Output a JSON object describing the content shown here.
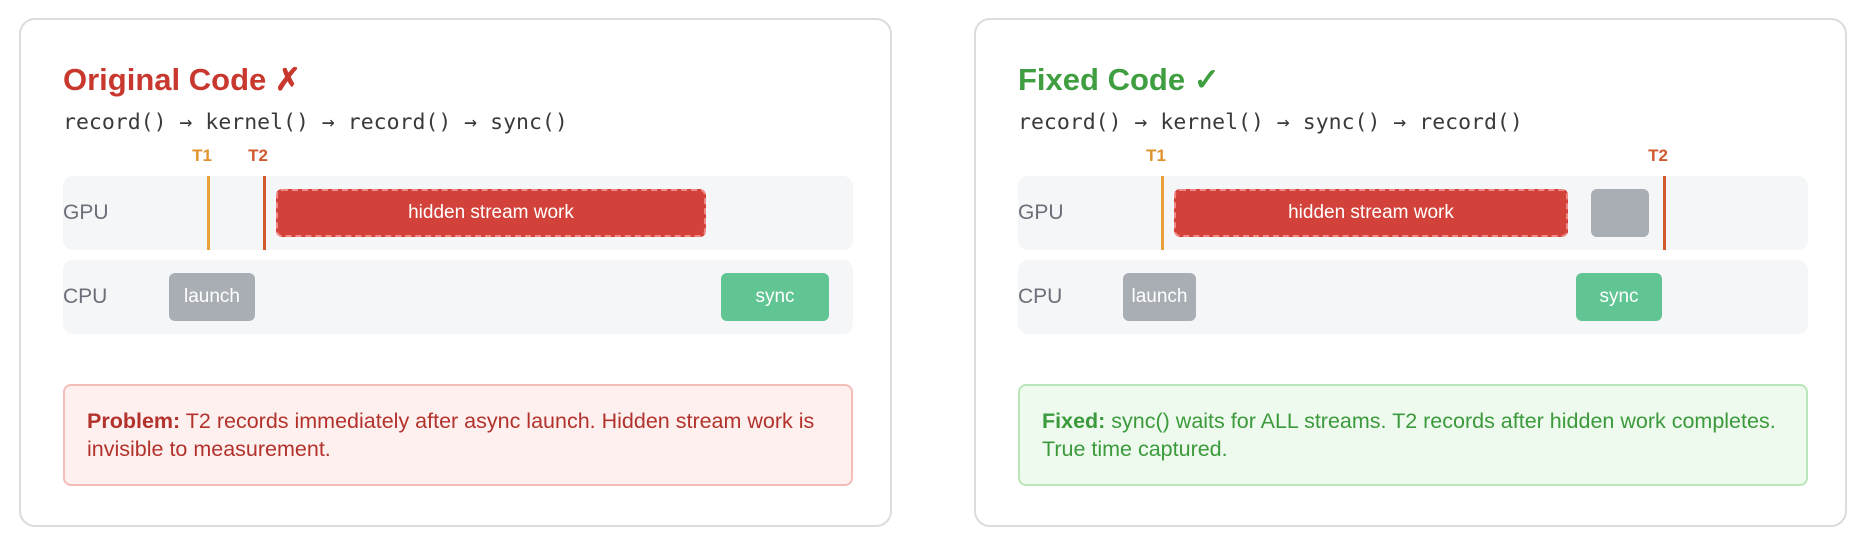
{
  "left": {
    "title": "Original Code ✗",
    "code": "record() → kernel() → record() → sync()",
    "t1": "T1",
    "t2": "T2",
    "gpu_label": "GPU",
    "cpu_label": "CPU",
    "hidden_work": "hidden stream work",
    "launch": "launch",
    "sync": "sync",
    "note_lead": "Problem:",
    "note_text": " T2 records immediately after async launch. Hidden stream work is invisible to measurement."
  },
  "right": {
    "title": "Fixed Code ✓",
    "code": "record() → kernel() → sync() → record()",
    "t1": "T1",
    "t2": "T2",
    "gpu_label": "GPU",
    "cpu_label": "CPU",
    "hidden_work": "hidden stream work",
    "launch": "launch",
    "sync": "sync",
    "note_lead": "Fixed:",
    "note_text": " sync() waits for ALL streams. T2 records after hidden work completes. True time captured."
  },
  "colors": {
    "problem": "#c8382f",
    "fixed": "#3f9e3f",
    "t1_marker": "#e9a23b",
    "t2_marker": "#d05a2e",
    "hidden_work": "#d2423b",
    "sync": "#60c593",
    "launch": "#a9adb4"
  }
}
